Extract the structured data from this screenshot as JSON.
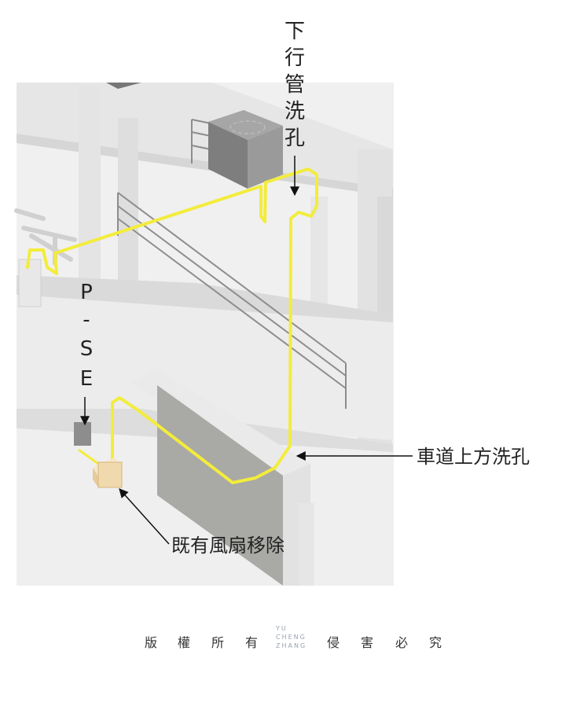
{
  "labels": {
    "vertical_top": [
      "下",
      "行",
      "管",
      "洗",
      "孔"
    ],
    "pse": [
      "P",
      "-",
      "S",
      "E"
    ],
    "right": "車道上方洗孔",
    "bottom": "既有風扇移除"
  },
  "footer": {
    "left_chars": [
      "版",
      "權",
      "所",
      "有"
    ],
    "logo_lines": [
      "YU",
      "CHENG",
      "ZHANG"
    ],
    "right_chars": [
      "侵",
      "害",
      "必",
      "究"
    ]
  },
  "colors": {
    "pipe": "#f3ec3c",
    "structure_light": "#eeeeee",
    "structure_mid": "#dcdcdc",
    "beam_dark": "#a9a9a6",
    "equipment": "#8c8c8c",
    "fan_box": "#f1d9ae",
    "arrow": "#111111"
  }
}
